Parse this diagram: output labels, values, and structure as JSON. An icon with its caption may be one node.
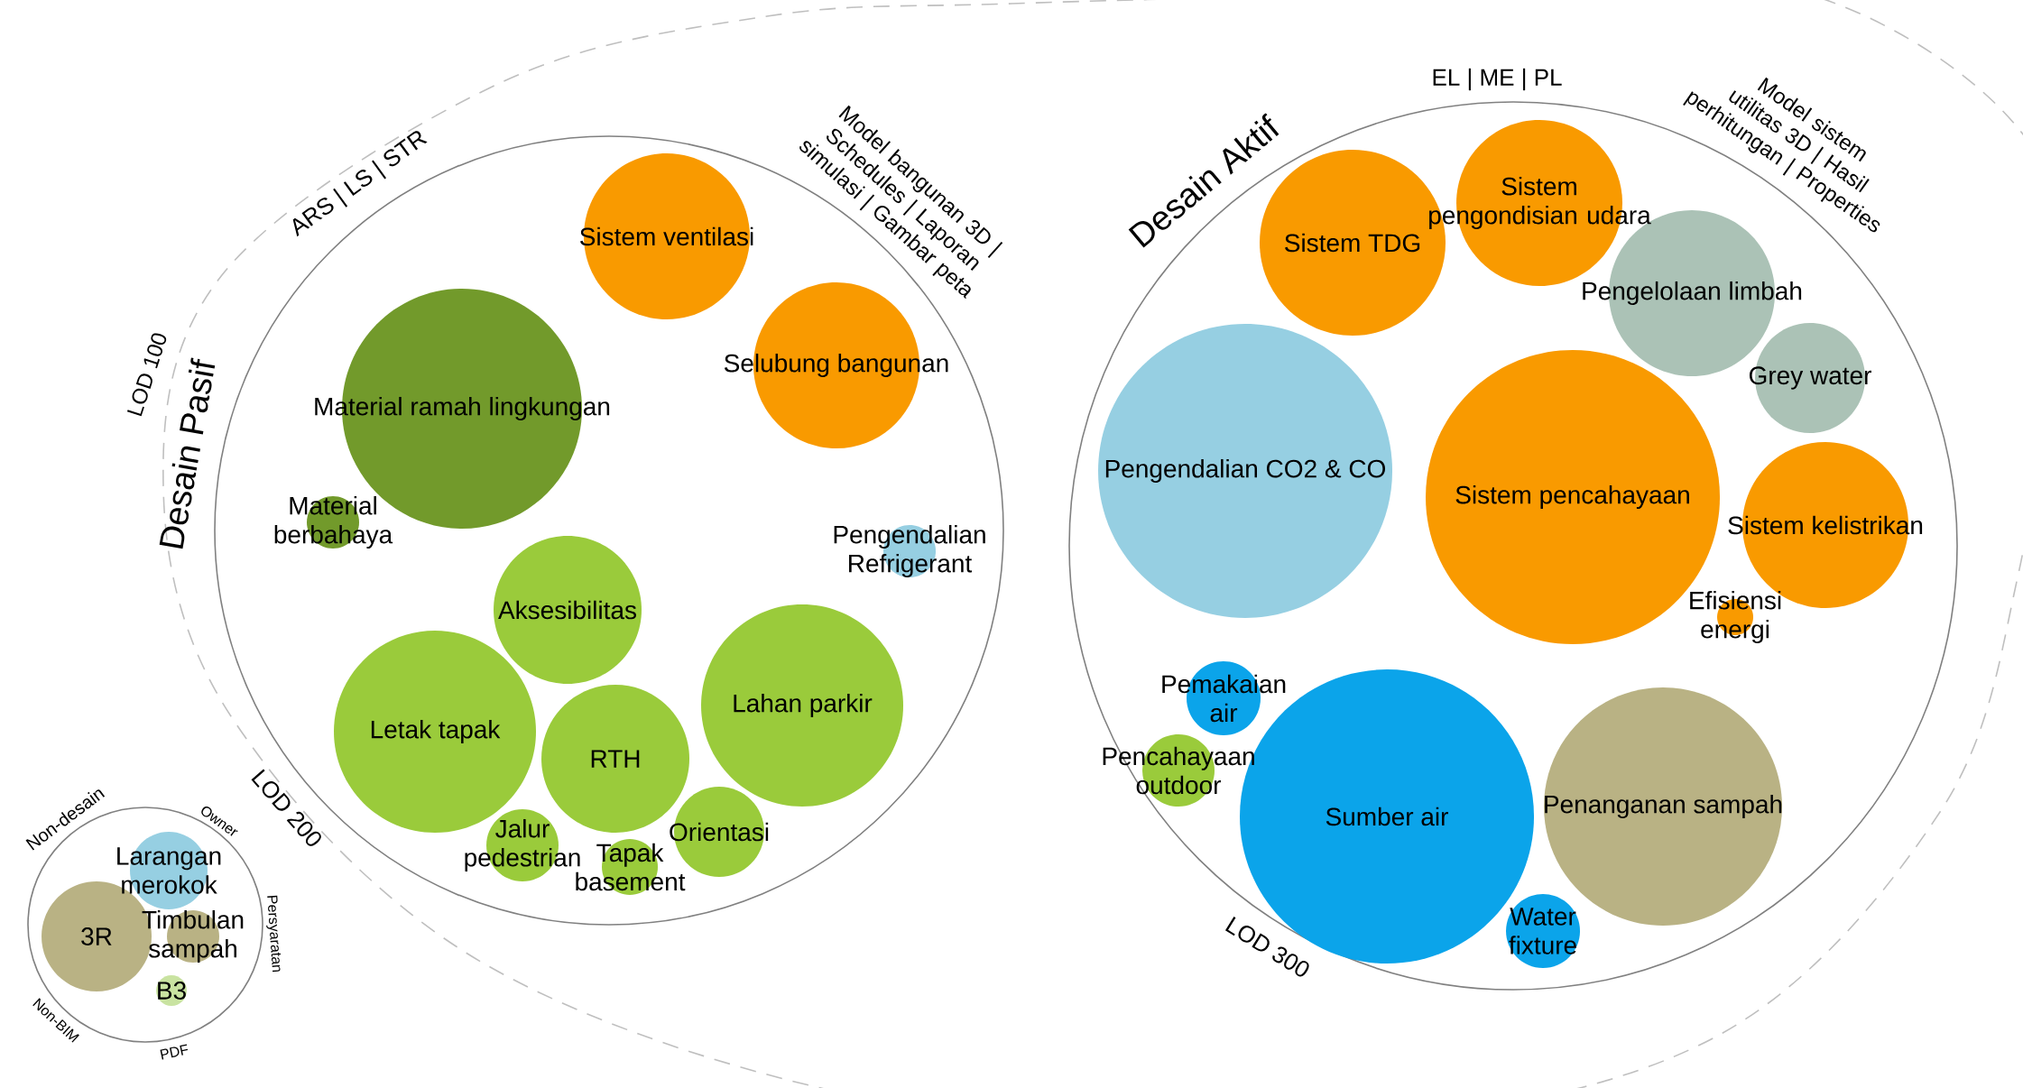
{
  "diagram": {
    "nodes": [
      {
        "text": [
          "LOD 100"
        ]
      },
      {
        "text": [
          "Desain Pasif",
          "ARS | LS | STR",
          "Model bangunan 3D | Schedules | Laporan simulasi | Gambar peta",
          "LOD 200"
        ],
        "in": 0
      },
      {
        "text": [
          "Sistem ventilasi"
        ],
        "in": 1
      },
      {
        "text": [
          "Selubung bangunan"
        ],
        "in": 1
      },
      {
        "text": [
          "Material ramah lingkungan"
        ],
        "in": 1
      },
      {
        "text": [
          "Material berbahaya"
        ],
        "in": 1
      },
      {
        "text": [
          "Pengendalian Refrigerant"
        ],
        "in": 1
      },
      {
        "text": [
          "Aksesibilitas"
        ],
        "in": 1
      },
      {
        "text": [
          "Letak tapak"
        ],
        "in": 1
      },
      {
        "text": [
          "RTH"
        ],
        "in": 1
      },
      {
        "text": [
          "Lahan parkir"
        ],
        "in": 1
      },
      {
        "text": [
          "Jalur pedestrian"
        ],
        "in": 1
      },
      {
        "text": [
          "Orientasi"
        ],
        "in": 1
      },
      {
        "text": [
          "Tapak basement"
        ],
        "in": 1
      },
      {
        "text": [
          "Desain Aktif",
          "EL | ME | PL",
          "Model sistem utilitas 3D | Hasil perhitungan | Properties",
          "LOD 300"
        ],
        "in": 0
      },
      {
        "text": [
          "Sistem pengondisian udara"
        ],
        "in": 14
      },
      {
        "text": [
          "Sistem TDG"
        ],
        "in": 14
      },
      {
        "text": [
          "Pengelolaan limbah"
        ],
        "in": 14
      },
      {
        "text": [
          "Grey water"
        ],
        "in": 14
      },
      {
        "text": [
          "Pengendalian CO2 & CO"
        ],
        "in": 14
      },
      {
        "text": [
          "Sistem pencahayaan"
        ],
        "in": 14
      },
      {
        "text": [
          "Sistem kelistrikan"
        ],
        "in": 14
      },
      {
        "text": [
          "Efisiensi energi"
        ],
        "in": 14
      },
      {
        "text": [
          "Pemakaian air"
        ],
        "in": 14
      },
      {
        "text": [
          "Pencahayaan outdoor"
        ],
        "in": 14
      },
      {
        "text": [
          "Penanganan sampah"
        ],
        "in": 14
      },
      {
        "text": [
          "Sumber air"
        ],
        "in": 14
      },
      {
        "text": [
          "Water fixture"
        ],
        "in": 14
      },
      {
        "text": [
          "Non-desain",
          "Owner",
          "Persyaratan",
          "Non-BIM",
          "PDF"
        ]
      },
      {
        "text": [
          "Larangan merokok"
        ],
        "in": 28
      },
      {
        "text": [
          "3R"
        ],
        "in": 28
      },
      {
        "text": [
          "Timbulan sampah"
        ],
        "in": 28
      },
      {
        "text": [
          "B3"
        ],
        "in": 28
      }
    ]
  }
}
